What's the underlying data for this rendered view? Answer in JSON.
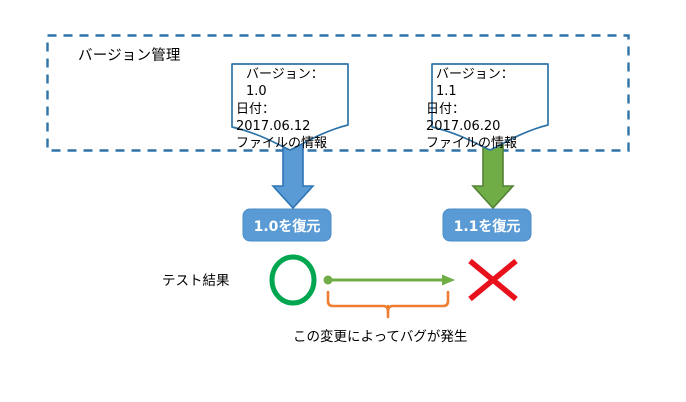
{
  "diagram": {
    "title": "バージョン管理",
    "group_box": {
      "label": "バージョン管理",
      "border_color": "#2E74A8",
      "border_style": "dashed"
    },
    "version_callouts": [
      {
        "name": "version-1-0",
        "version_line": "バージョン：1.0",
        "date_line": "日付：2017.06.12",
        "info_line": "ファイルの情報",
        "border_color": "#2E74A8"
      },
      {
        "name": "version-1-1",
        "version_line": "バージョン：1.1",
        "date_line": "日付：2017.06.20",
        "info_line": "ファイルの情報",
        "border_color": "#2E74A8"
      }
    ],
    "arrows": [
      {
        "name": "arrow-down-1-0",
        "color": "#5B9BD5",
        "outline": "#2E75B6",
        "direction": "down"
      },
      {
        "name": "arrow-down-1-1",
        "color": "#70AD47",
        "outline": "#548235",
        "direction": "down"
      }
    ],
    "restore_buttons": [
      {
        "name": "restore-1-0-button",
        "label": "1.0を復元",
        "color": "#5B9BD5"
      },
      {
        "name": "restore-1-1-button",
        "label": "1.1を復元",
        "color": "#5B9BD5"
      }
    ],
    "test_result": {
      "label": "テスト結果",
      "pass_marker": {
        "name": "pass-circle-icon",
        "shape": "circle",
        "color": "#00A650"
      },
      "fail_marker": {
        "name": "fail-cross-icon",
        "shape": "cross",
        "color": "#E8111C"
      },
      "change_arrow": {
        "name": "change-arrow",
        "color": "#70AD47"
      }
    },
    "bug_annotation": {
      "brace_color": "#ED7D31",
      "caption": "この変更によってバグが発生"
    }
  }
}
